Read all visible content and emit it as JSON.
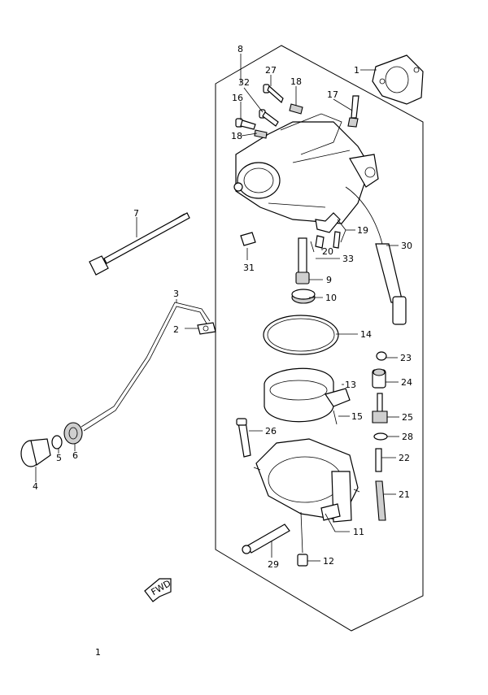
{
  "diagram": {
    "callouts": [
      "1",
      "2",
      "3",
      "4",
      "5",
      "6",
      "7",
      "8",
      "9",
      "10",
      "11",
      "12",
      "13",
      "14",
      "15",
      "16",
      "17",
      "18",
      "18",
      "19",
      "20",
      "21",
      "22",
      "23",
      "24",
      "25",
      "26",
      "27",
      "28",
      "29",
      "30",
      "31",
      "32",
      "33"
    ],
    "fwd_label": "FWD",
    "footer_mark": "1"
  }
}
